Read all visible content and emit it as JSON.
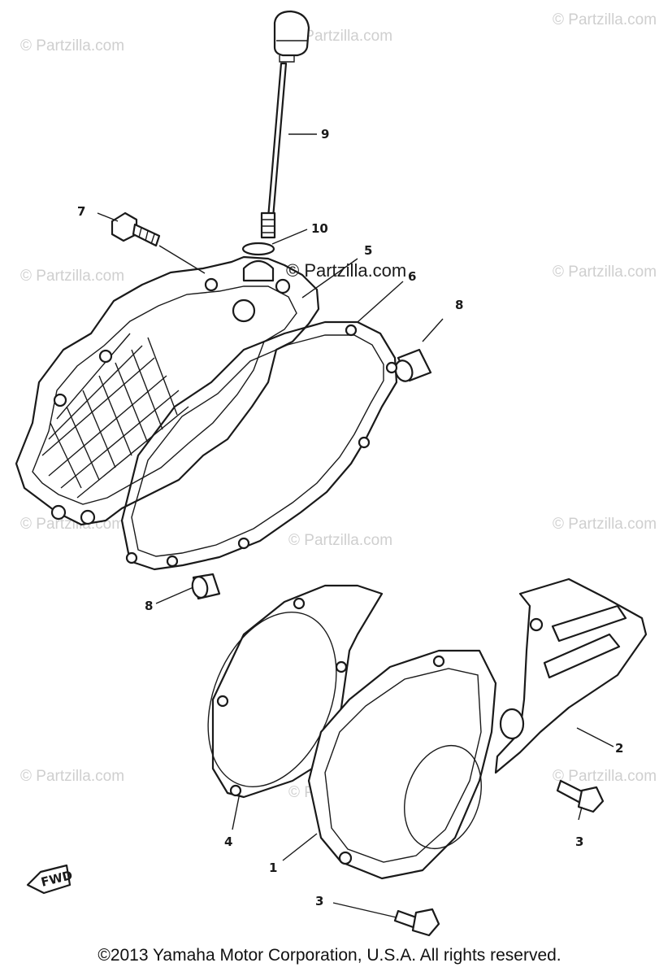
{
  "watermark": {
    "text": "© Partzilla.com",
    "color": "#cfcfcf"
  },
  "site_mark": "© Partzilla.com",
  "fwd_label": "FWD",
  "callouts": {
    "c1": "1",
    "c2": "2",
    "c3a": "3",
    "c3b": "3",
    "c4": "4",
    "c5": "5",
    "c6": "6",
    "c7": "7",
    "c8a": "8",
    "c8b": "8",
    "c9": "9",
    "c10": "10"
  },
  "copyright": "©2013 Yamaha Motor Corporation, U.S.A. All rights reserved."
}
